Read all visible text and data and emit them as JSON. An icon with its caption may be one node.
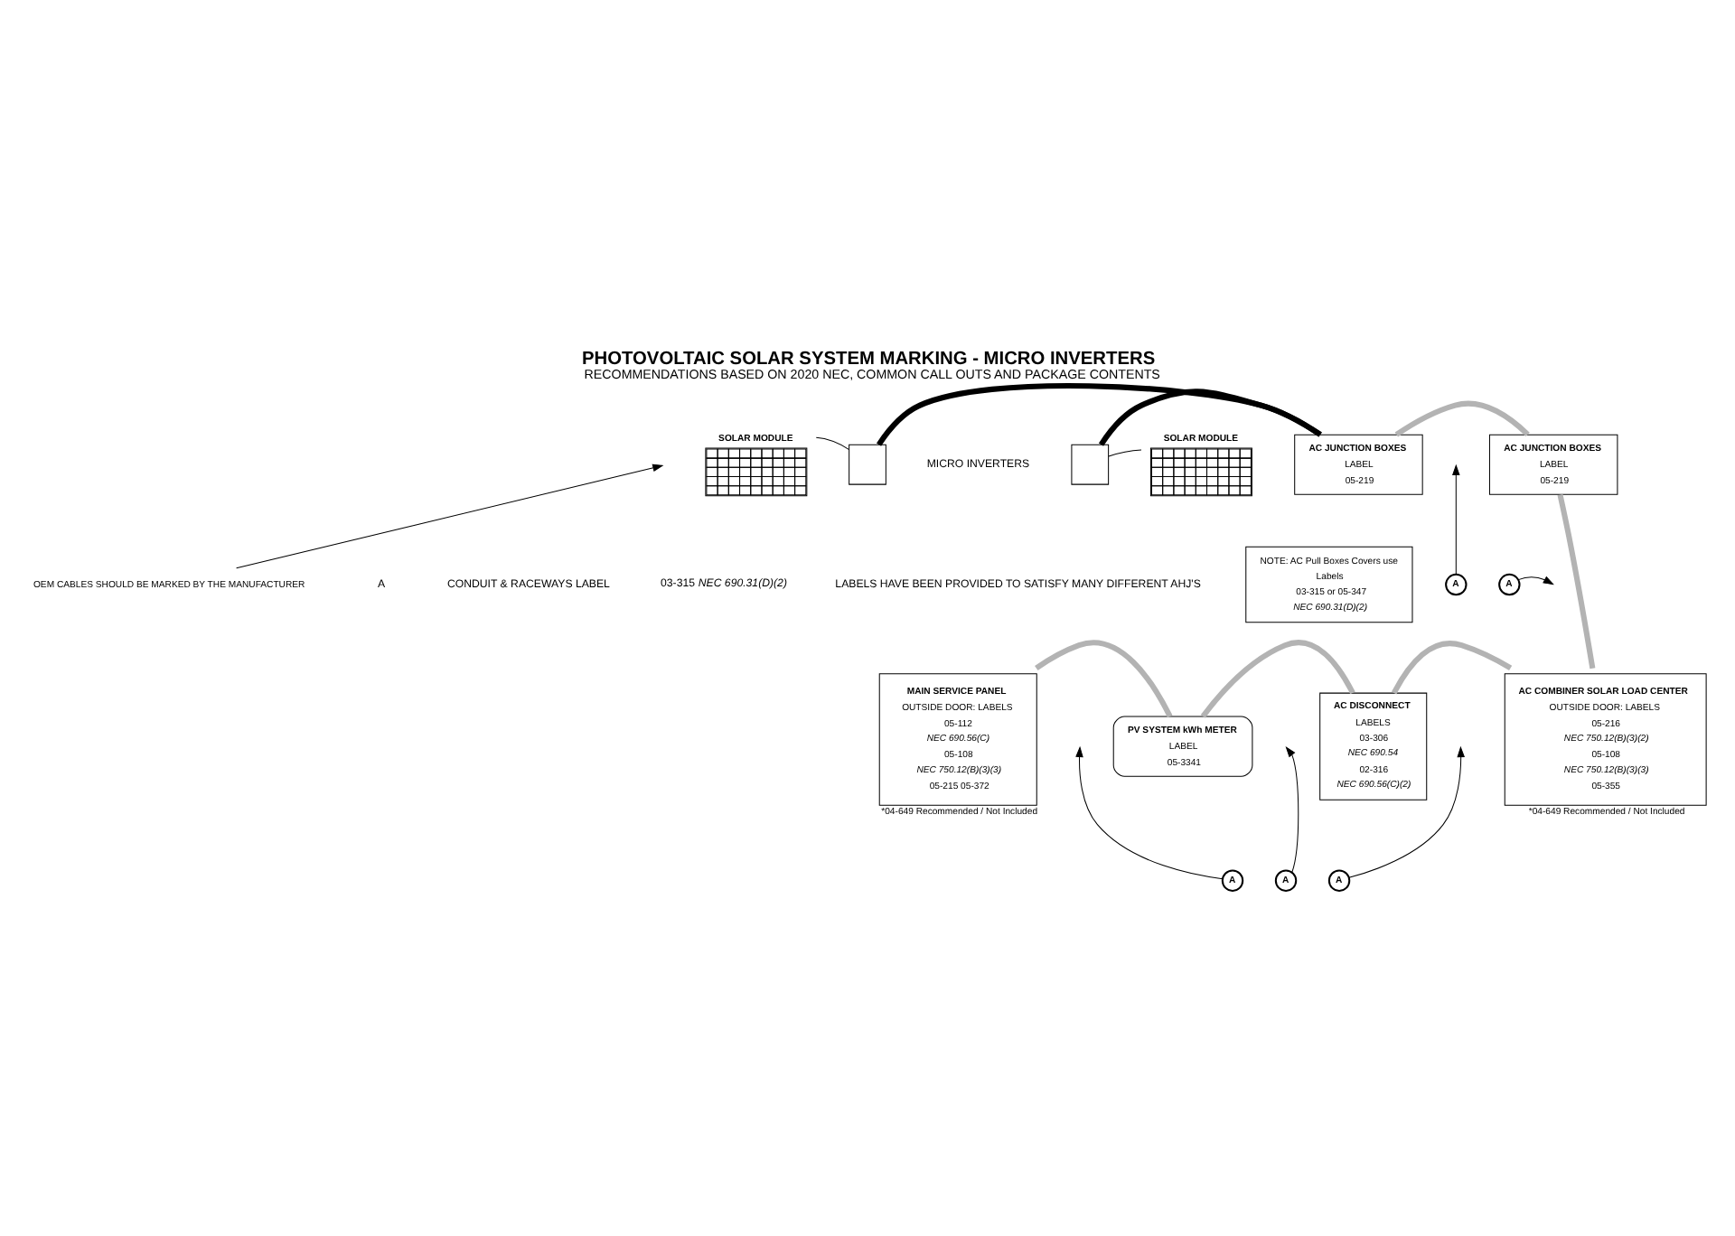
{
  "diagram": {
    "title": "PHOTOVOLTAIC SOLAR SYSTEM MARKING - MICRO INVERTERS",
    "caption": "RECOMMENDATIONS BASED ON 2020 NEC, COMMON CALL OUTS AND PACKAGE CONTENTS",
    "nodes": [
      {
        "text": [
          "SOLAR MODULE"
        ]
      },
      {
        "text": [],
        "shape": "box"
      },
      {
        "text": [],
        "shape": "box"
      },
      {
        "text": [
          "SOLAR MODULE"
        ]
      },
      {
        "text": [
          "AC JUNCTION BOXES",
          "LABEL",
          "05-219"
        ]
      },
      {
        "text": [
          "AC JUNCTION BOXES",
          "LABEL",
          "05-219"
        ]
      },
      {
        "text": [
          "NOTE: AC Pull Boxes Covers use",
          "Labels",
          "03-315 or 05-347",
          "NEC 690.31(D)(2)"
        ]
      },
      {
        "text": [
          "A"
        ]
      },
      {
        "text": [
          "A"
        ]
      },
      {
        "text": [
          "MAIN SERVICE PANEL",
          "OUTSIDE DOOR: LABELS",
          "05-112",
          "NEC 690.56(C)",
          "05-108",
          "NEC 750.12(B)(3)(3)",
          "05-215 05-372"
        ],
        "beside": [
          "*04-649 Recommended / Not Included"
        ]
      },
      {
        "text": [
          "PV SYSTEM kWh METER",
          "LABEL",
          "05-3341"
        ]
      },
      {
        "text": [
          "AC DISCONNECT",
          "LABELS",
          "03-306",
          "NEC 690.54",
          "02-316",
          "NEC 690.56(C)(2)"
        ]
      },
      {
        "text": [
          "AC COMBINER SOLAR LOAD CENTER",
          "OUTSIDE DOOR: LABELS",
          "05-216",
          "NEC 750.12(B)(3)(2)",
          "05-108",
          "NEC 750.12(B)(3)(3)",
          "05-355"
        ],
        "beside": [
          "*04-649 Recommended / Not Included"
        ]
      },
      {
        "text": [
          "A"
        ]
      },
      {
        "text": [
          "A"
        ]
      },
      {
        "text": [
          "A"
        ]
      },
      {
        "text": [
          "OEM CABLES SHOULD BE MARKED BY THE MANUFACTURER"
        ]
      }
    ],
    "edges": [
      {
        "from": 0,
        "to": 1,
        "arrow": "none"
      },
      {
        "from": 2,
        "to": 3,
        "arrow": "none"
      },
      {
        "from": 1,
        "to": 4,
        "arrow": "none",
        "style": "thick"
      },
      {
        "from": 2,
        "to": 4,
        "arrow": "none",
        "style": "thick"
      },
      {
        "from": 4,
        "to": 5,
        "arrow": "none",
        "style": "thick",
        "color": "#b3b3b3"
      },
      {
        "from": 5,
        "to": 12,
        "arrow": "none",
        "style": "thick",
        "color": "#b3b3b3"
      },
      {
        "from": 9,
        "to": 10,
        "arrow": "none",
        "style": "thick",
        "color": "#b3b3b3"
      },
      {
        "from": 10,
        "to": 11,
        "arrow": "none",
        "style": "thick",
        "color": "#b3b3b3"
      },
      {
        "from": 11,
        "to": 12,
        "arrow": "none",
        "style": "thick",
        "color": "#b3b3b3"
      },
      {
        "from": 7,
        "to": null,
        "arrow": "to"
      },
      {
        "from": 8,
        "to": null,
        "arrow": "to"
      },
      {
        "from": 13,
        "to": null,
        "arrow": "to"
      },
      {
        "from": 14,
        "to": null,
        "arrow": "to"
      },
      {
        "from": 15,
        "to": null,
        "arrow": "to"
      },
      {
        "from": 16,
        "to": null,
        "arrow": "to"
      }
    ],
    "labels": [
      "MICRO INVERTERS",
      "A",
      "CONDUIT & RACEWAYS LABEL",
      "03-315 *NEC 690.31(D)(2)*",
      "LABELS HAVE BEEN PROVIDED TO SATISFY MANY DIFFERENT AHJ'S"
    ]
  }
}
